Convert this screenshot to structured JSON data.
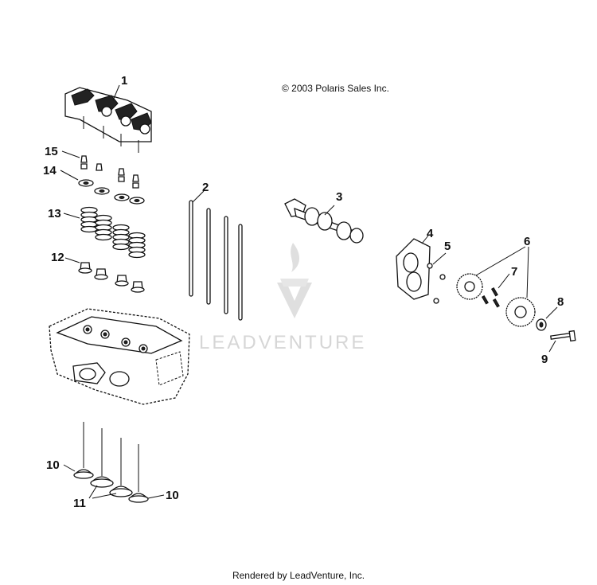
{
  "copyright": "© 2003 Polaris Sales Inc.",
  "footer": "Rendered by LeadVenture, Inc.",
  "watermark": "LEADVENTURE",
  "watermark_color": "#d6d6d6",
  "callouts": {
    "c1": "1",
    "c2": "2",
    "c3": "3",
    "c4": "4",
    "c5": "5",
    "c6": "6",
    "c7": "7",
    "c8": "8",
    "c9": "9",
    "c10a": "10",
    "c10b": "10",
    "c11": "11",
    "c12": "12",
    "c13": "13",
    "c14": "14",
    "c15": "15"
  }
}
